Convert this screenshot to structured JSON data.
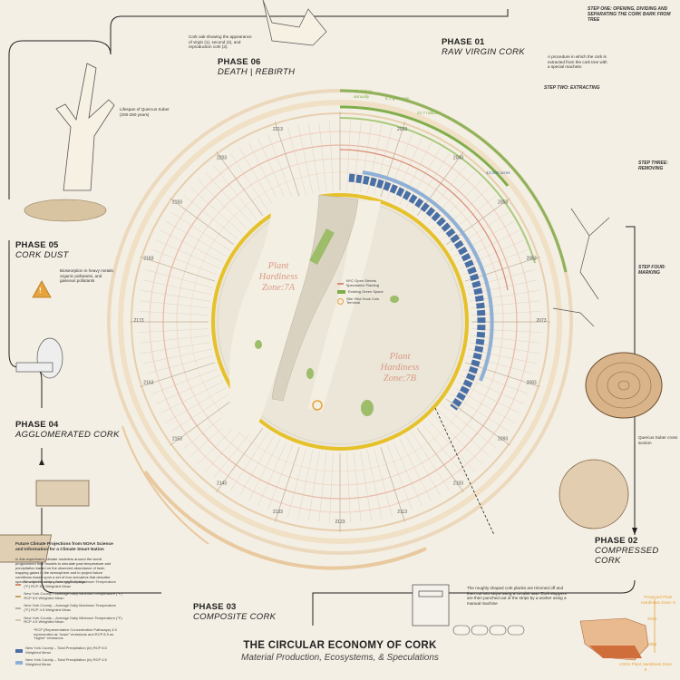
{
  "title": "THE CIRCULAR ECONOMY OF CORK",
  "subtitle": "Material Production, Ecosystems, & Speculations",
  "colors": {
    "background": "#f4efe4",
    "accent_ring": "#e8c9a0",
    "green": "#7fae4a",
    "yellow": "#e6c12a",
    "blue": "#4a6fa5",
    "red_line": "#d98b74",
    "map_land": "#ece7db"
  },
  "phases": [
    {
      "number": "PHASE 01",
      "name": "RAW VIRGIN CORK"
    },
    {
      "number": "PHASE 02",
      "name": "COMPRESSED CORK"
    },
    {
      "number": "PHASE 03",
      "name": "COMPOSITE CORK"
    },
    {
      "number": "PHASE 04",
      "name": "AGGLOMERATED CORK"
    },
    {
      "number": "PHASE 05",
      "name": "CORK DUST"
    },
    {
      "number": "PHASE 06",
      "name": "DEATH | REBIRTH"
    }
  ],
  "steps": {
    "one": "STEP ONE: OPENING, DIVIDING AND SEPARATING THE CORK BARK FROM TREE",
    "two": "STEP TWO: EXTRACTING",
    "three": "STEP THREE: REMOVING",
    "four": "STEP FOUR: MARKING"
  },
  "notes": {
    "procedure": "A procedure in which the cork is extracted from the cork tree with a special machete.",
    "cork_oak": "Cork oak showing the appearance of virgin (1), second (2), and reproduction cork (3).",
    "lifespan": "Lifespan of Quercus Suber (200-250 years)",
    "absorption": "Bioseorption in heavy metals, organic pollutants, and gaseous pollutants",
    "cross_section": "Quercus Suber cross section",
    "planks": "The roughly shaped cork planks are trimmed off and then cut into strips using a circular saw. Cork stoppers are then punched out of the strips by a worker using a manual machine"
  },
  "ring_labels": {
    "years": [
      "2033",
      "2043",
      "2053",
      "2063",
      "2073",
      "2083",
      "2093",
      "2103",
      "2113",
      "2123",
      "2133",
      "2143",
      "2153",
      "2163",
      "2173",
      "2183",
      "2193",
      "2203",
      "2213"
    ],
    "values_top": [
      "13 dollars annually",
      "8.1 gross ton",
      "22.7 million",
      "42,000 acres"
    ]
  },
  "map": {
    "zone_a": "Plant Hardiness Zone:7A",
    "zone_b": "Plant Hardiness Zone:7B",
    "legend": [
      {
        "label": "NYC Open Streets Speculative Planting",
        "color": "#d98b74"
      },
      {
        "label": "Existing Green Space",
        "color": "#7fae4a"
      },
      {
        "label": "Site: Red Hook Cork Terminal",
        "color": "#e6a23c"
      }
    ]
  },
  "climate": {
    "heading": "Future Climate Projections from NOAA Science and Information for a Climate Smart Nation",
    "body": "In this experiment, climate modelers around the world programmed their models to simulate past temperature and precipitation based on the observed abundance of heat-trapping gases in the atmosphere and to project future conditions based upon a set of four scenarios that describe specific ways the atmosphere might change.",
    "legend": [
      {
        "label": "New York County – Average Daily Maximum Temperature (°F) RCP 8.5 Weighted Mean",
        "color": "#d98b74"
      },
      {
        "label": "New York County – Average Daily Minimum Temperature (°F) RCP 8.5 Weighted Mean",
        "color": "#c9a062"
      },
      {
        "label": "New York County – Average Daily Maximum Temperature (°F) RCP 4.5 Weighted Mean",
        "color": "#b9b0a2"
      },
      {
        "label": "New York County – Average Daily Minimum Temperature (°F) RCP 4.5 Weighted Mean",
        "color": "#d4c7b2"
      }
    ],
    "rcp_note": "*RCP (Representative Concentration Pathways) 4.5 represented as “lower” emissions and RCP 8.5 as “higher” emissions",
    "precip": [
      {
        "label": "New York County – Total Precipitation (in) RCP 8.5 Weighted Mean",
        "color": "#4a6fa5"
      },
      {
        "label": "New York County – Total Precipitation (in) RCP 4.5 Weighted Mean",
        "color": "#8fb0d6"
      }
    ]
  },
  "usda": {
    "top": "Projected Plant Hardiness Zone: 8",
    "bottom": "USDA Plant Hardiness Zone 8",
    "year1": "2023",
    "year2": "2053"
  },
  "warning_symbol": "!"
}
